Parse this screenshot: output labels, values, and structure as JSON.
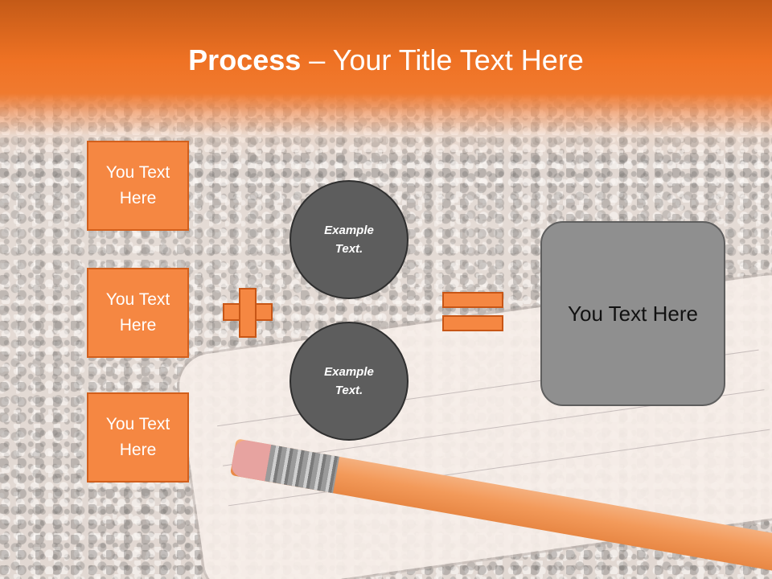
{
  "header": {
    "title_bold": "Process",
    "title_rest": " – Your Title Text Here"
  },
  "left_boxes": [
    {
      "text": "You Text Here"
    },
    {
      "text": "You Text Here"
    },
    {
      "text": "You Text Here"
    }
  ],
  "circles": [
    {
      "text": "Example Text."
    },
    {
      "text": "Example Text."
    }
  ],
  "result": {
    "text": "You Text Here"
  },
  "colors": {
    "accent_orange": "#f58742",
    "header_orange": "#ef7224",
    "circle_gray": "#5d5d5d",
    "result_gray": "#8f8f8f"
  },
  "icons": {
    "plus": "plus-icon",
    "equals": "equals-icon"
  }
}
